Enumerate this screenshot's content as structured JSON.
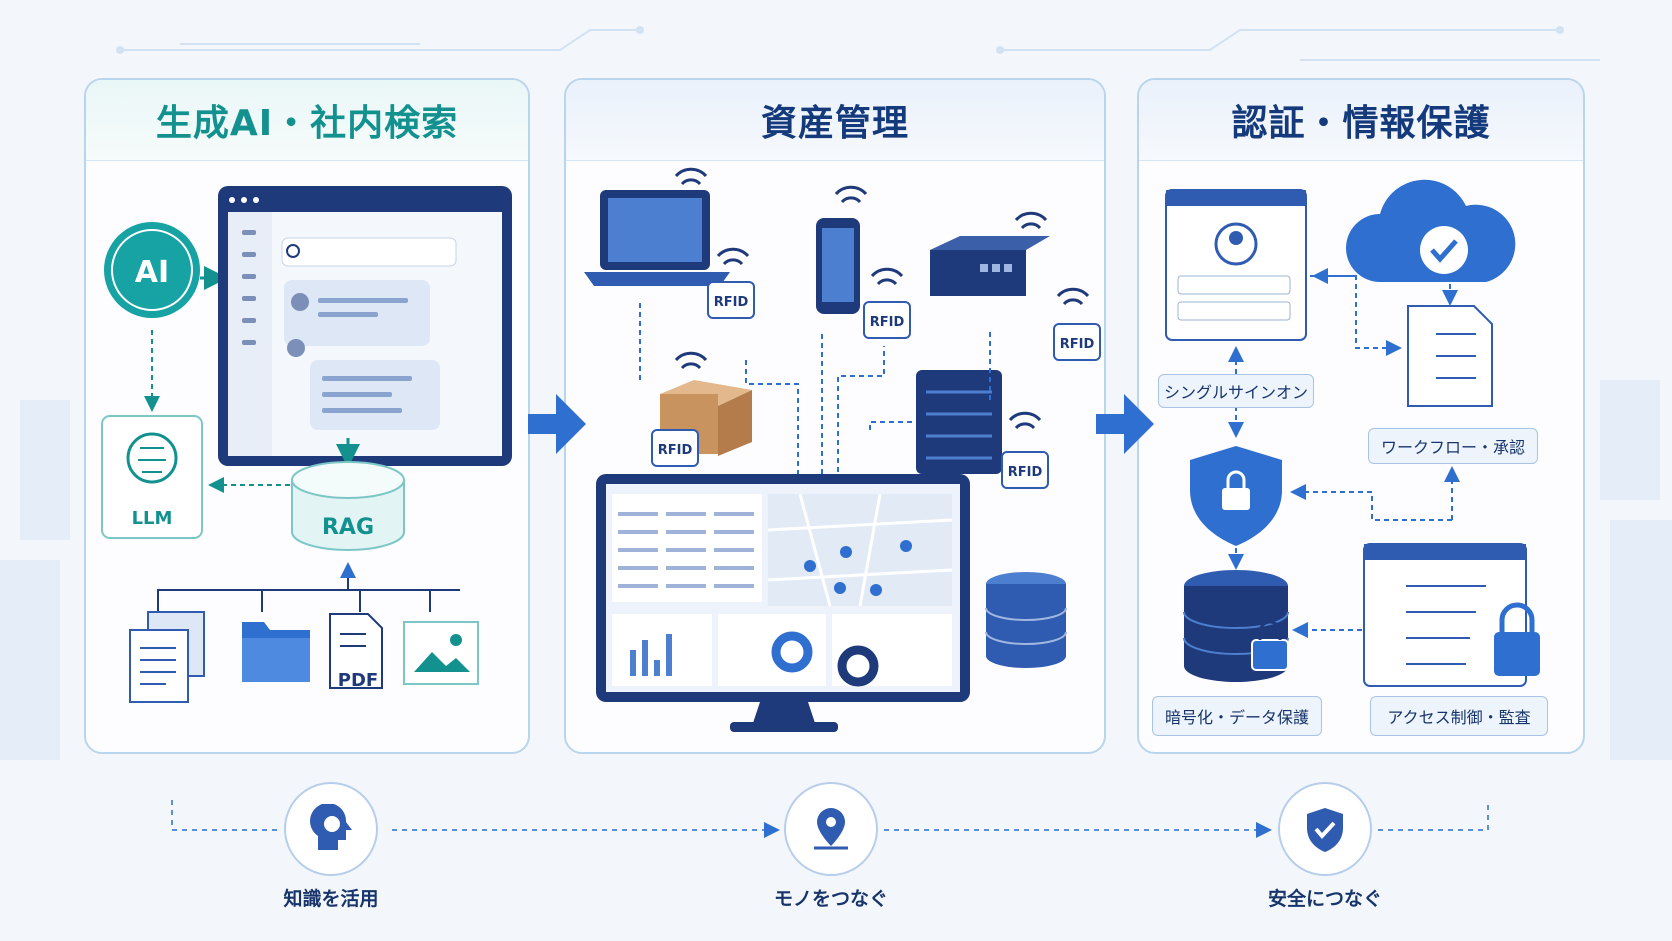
{
  "panels": {
    "ai": {
      "title": "生成AI・社内検索",
      "ai_badge": "AI",
      "llm_label": "LLM",
      "rag_label": "RAG",
      "pdf_label": "PDF"
    },
    "asset": {
      "title": "資産管理",
      "rfid_label": "RFID"
    },
    "security": {
      "title": "認証・情報保護",
      "sso_label": "シングルサインオン",
      "workflow_label": "ワークフロー・承認",
      "encryption_label": "暗号化・データ保護",
      "access_label": "アクセス制御・監査"
    }
  },
  "bottom": {
    "knowledge": "知識を活用",
    "things": "モノをつなぐ",
    "safe": "安全につなぐ"
  },
  "colors": {
    "teal": "#12918f",
    "navy": "#143a7c",
    "blue": "#2f6fd0",
    "light_blue": "#b9d5ee"
  }
}
